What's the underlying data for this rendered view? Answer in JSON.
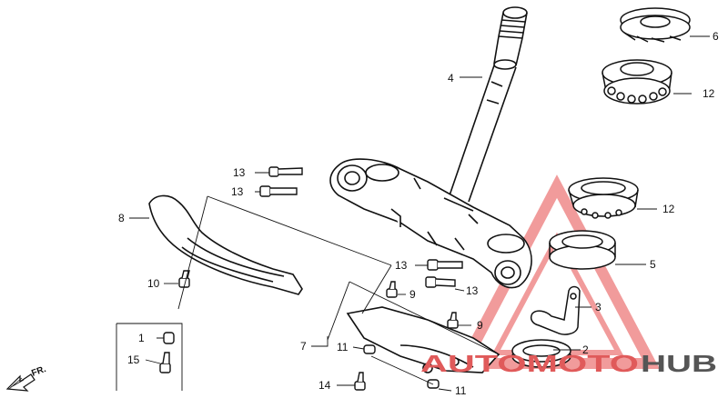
{
  "labels": {
    "l1": "1",
    "l2": "2",
    "l3": "3",
    "l4": "4",
    "l5": "5",
    "l6": "6",
    "l7": "7",
    "l8": "8",
    "l9a": "9",
    "l9b": "9",
    "l10": "10",
    "l11a": "11",
    "l11b": "11",
    "l12a": "12",
    "l12b": "12",
    "l13a": "13",
    "l13b": "13",
    "l13c": "13",
    "l13d": "13",
    "l14": "14",
    "l15": "15"
  },
  "direction": "FR.",
  "watermark": {
    "part1": "AUTOMOTO",
    "part2": "HUB"
  },
  "colors": {
    "line": "#111111",
    "watermark_red": "#e05a5a",
    "watermark_gray": "#555555"
  }
}
